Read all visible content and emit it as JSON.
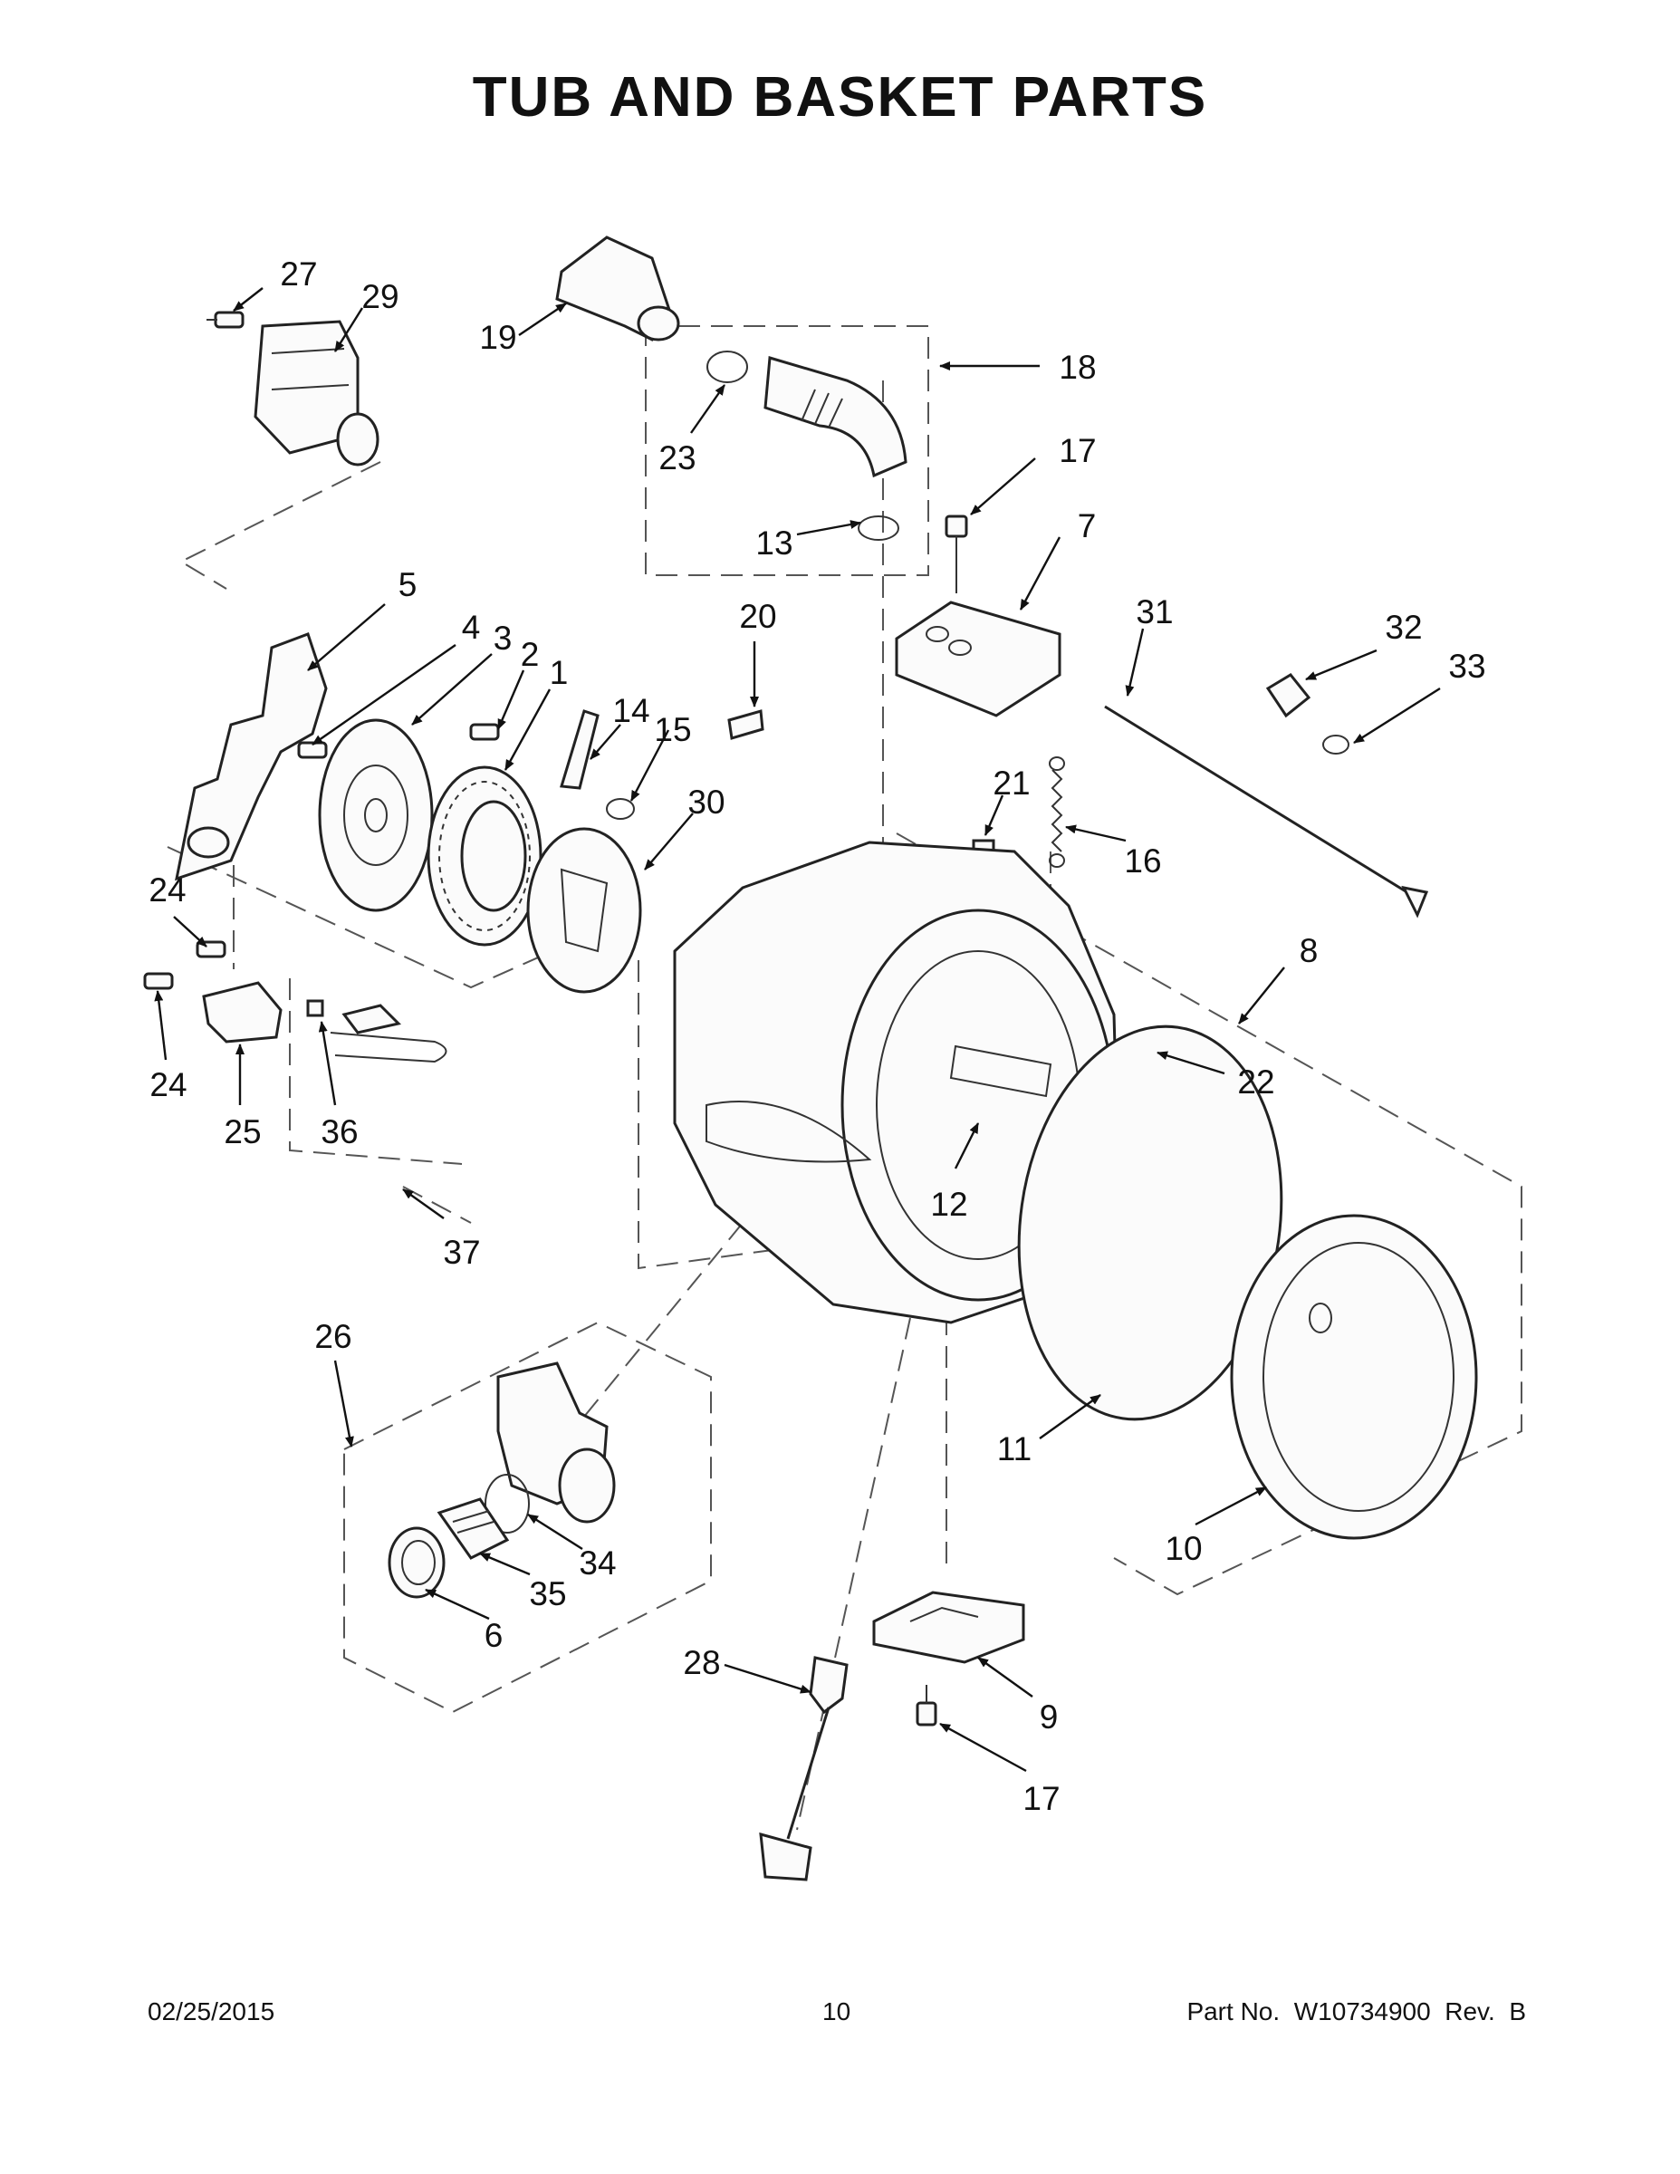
{
  "title": "TUB AND BASKET PARTS",
  "callouts": [
    "27",
    "29",
    "19",
    "18",
    "23",
    "17",
    "13",
    "7",
    "5",
    "4",
    "3",
    "2",
    "1",
    "14",
    "15",
    "20",
    "30",
    "31",
    "32",
    "33",
    "21",
    "16",
    "24",
    "24",
    "8",
    "22",
    "25",
    "36",
    "12",
    "37",
    "26",
    "11",
    "10",
    "34",
    "35",
    "6",
    "28",
    "9",
    "17"
  ],
  "footer": {
    "date": "02/25/2015",
    "page": "10",
    "part_number": "Part No.  W10734900  Rev.  B"
  }
}
